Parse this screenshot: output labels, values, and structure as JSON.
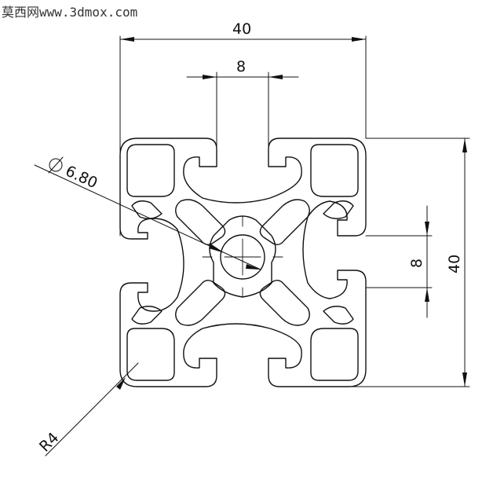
{
  "watermark": {
    "text": "莫西网www.3dmox.com"
  },
  "dimensions": {
    "overall_width": "40",
    "slot_width_top": "8",
    "bore_diameter": "6.80",
    "slot_width_right": "8",
    "overall_height": "40",
    "corner_radius": "R4"
  },
  "colors": {
    "line": "#111111",
    "background": "#ffffff"
  }
}
